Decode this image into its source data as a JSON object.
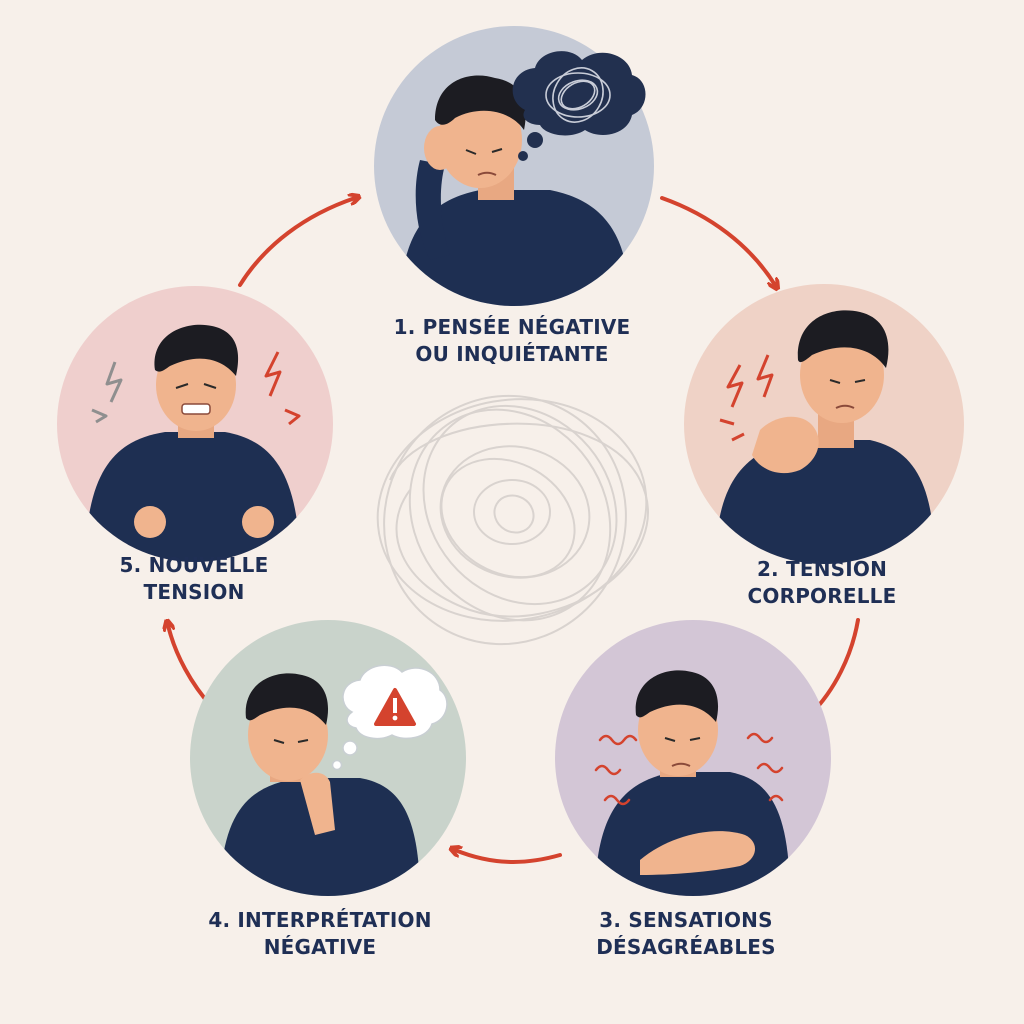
{
  "diagram": {
    "type": "cycle",
    "direction": "clockwise",
    "colors": {
      "background": "#f7f0ea",
      "arrow": "#d4432e",
      "label_text": "#1f2f55",
      "sweater": "#1e2f52",
      "hair": "#1c1c22",
      "skin": "#f0b48e"
    },
    "steps": [
      {
        "id": 1,
        "label_line1": "1. PENSÉE NÉGATIVE",
        "label_line2": "OU INQUIÉTANTE",
        "circle_color": "#c5cad6",
        "icon": "tangled-thought-cloud-icon"
      },
      {
        "id": 2,
        "label_line1": "2. TENSION",
        "label_line2": "CORPORELLE",
        "circle_color": "#efd2c6",
        "icon": "lightning-pain-icon"
      },
      {
        "id": 3,
        "label_line1": "3. SENSATIONS",
        "label_line2": "DÉSAGRÉABLES",
        "circle_color": "#d3c6d6",
        "icon": "squiggle-sensation-icon"
      },
      {
        "id": 4,
        "label_line1": "4. INTERPRÉTATION",
        "label_line2": "NÉGATIVE",
        "circle_color": "#c9d3cb",
        "icon": "warning-thought-cloud-icon"
      },
      {
        "id": 5,
        "label_line1": "5. NOUVELLE",
        "label_line2": "TENSION",
        "circle_color": "#efcfcd",
        "icon": "lightning-tension-icon"
      }
    ],
    "center_icon": "scribble-spiral-icon"
  }
}
